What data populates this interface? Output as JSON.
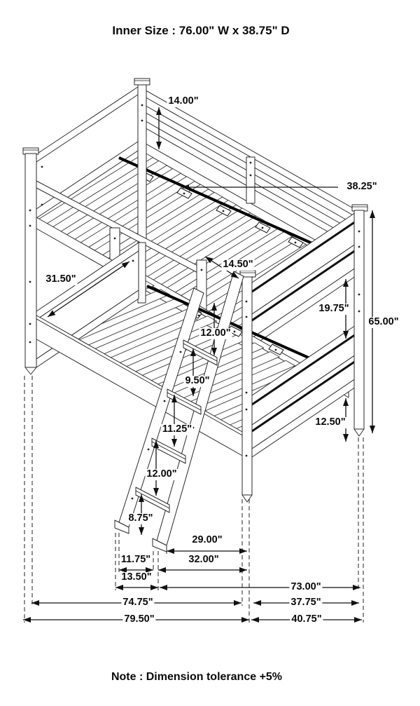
{
  "header": {
    "title": "Inner Size : 76.00\" W x  38.75\" D"
  },
  "footer": {
    "note": "Note : Dimension tolerance +5%"
  },
  "dimensions": {
    "guardrail_height": "14.00\"",
    "slat_support_length": "38.25\"",
    "bunk_clearance": "31.50\"",
    "ladder_opening": "14.50\"",
    "step_gap_1": "12.00\"",
    "step_gap_2": "9.50\"",
    "step_gap_3": "11.25\"",
    "step_gap_4": "12.00\"",
    "step_gap_5": "8.75\"",
    "footboard_gap": "19.75\"",
    "overall_height": "65.00\"",
    "underbed_clearance": "12.50\"",
    "ladder_to_post": "29.00\"",
    "ladder_width_inner": "11.75\"",
    "ladder_to_post_outer": "32.00\"",
    "ladder_width_outer": "13.50\"",
    "length_right_segment": "73.00\"",
    "length_inner": "74.75\"",
    "depth_inner": "37.75\"",
    "length_overall": "79.50\"",
    "depth_overall": "40.75\""
  }
}
